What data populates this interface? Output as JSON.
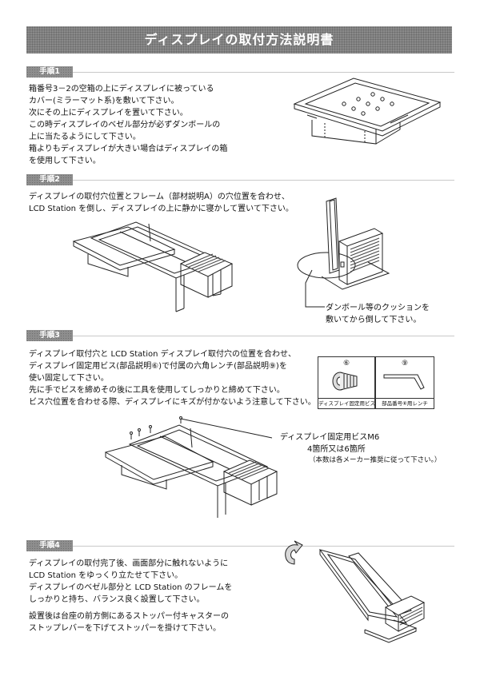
{
  "title": "ディスプレイの取付方法説明書",
  "step1": {
    "label": "手順1",
    "lines": [
      "箱番号3－2の空箱の上にディスプレイに被っている",
      "カバー(ミラーマット系)を敷いて下さい。",
      "次にその上にディスプレイを置いて下さい。",
      "この時ディスプレイのベゼル部分が必ずダンボールの",
      "上に当たるようにして下さい。",
      "箱よりもディスプレイが大きい場合はディスプレイの箱",
      "を使用して下さい。"
    ]
  },
  "step2": {
    "label": "手順2",
    "lines": [
      "ディスプレイの取付穴位置とフレーム（部材説明A）の穴位置を合わせ、",
      "LCD Station を倒し、ディスプレイの上に静かに寝かして置いて下さい。"
    ],
    "callout": [
      "ダンボール等のクッションを",
      "敷いてから倒して下さい。"
    ]
  },
  "step3": {
    "label": "手順3",
    "lines": [
      "ディスプレイ取付穴と LCD Station ディスプレイ取付穴の位置を合わせ、",
      "ディスプレイ固定用ビス(部品説明⑥)で付属の六角レンチ(部品説明⑨)を",
      "使い固定して下さい。",
      "先に手でビスを締めその後に工具を使用してしっかりと締めて下さい。",
      "ビス穴位置を合わせる際、ディスプレイにキズが付かないよう注意して下さい。"
    ],
    "parts": [
      {
        "number": "⑥",
        "caption": "ディスプレイ固定用ビス",
        "icon": "screw-icon"
      },
      {
        "number": "⑨",
        "caption": "部品番号⑥用レンチ",
        "icon": "hex-wrench-icon"
      }
    ],
    "callout_title": "ディスプレイ固定用ビスM6",
    "callout_count": "4箇所又は6箇所",
    "callout_note": "（本数は各メーカー推奨に従って下さい。）"
  },
  "step4": {
    "label": "手順4",
    "lines": [
      "ディスプレイの取付完了後、画面部分に触れないように",
      "LCD Station をゆっくり立たせて下さい。",
      "ディスプレイのベゼル部分と LCD Station のフレームを",
      "しっかりと持ち、バランス良く設置して下さい。",
      "設置後は台座の前方側にあるストッパー付キャスターの",
      "ストップレバーを下げてストッパーを掛けて下さい。"
    ],
    "icon": "rotate-arrow-icon"
  }
}
